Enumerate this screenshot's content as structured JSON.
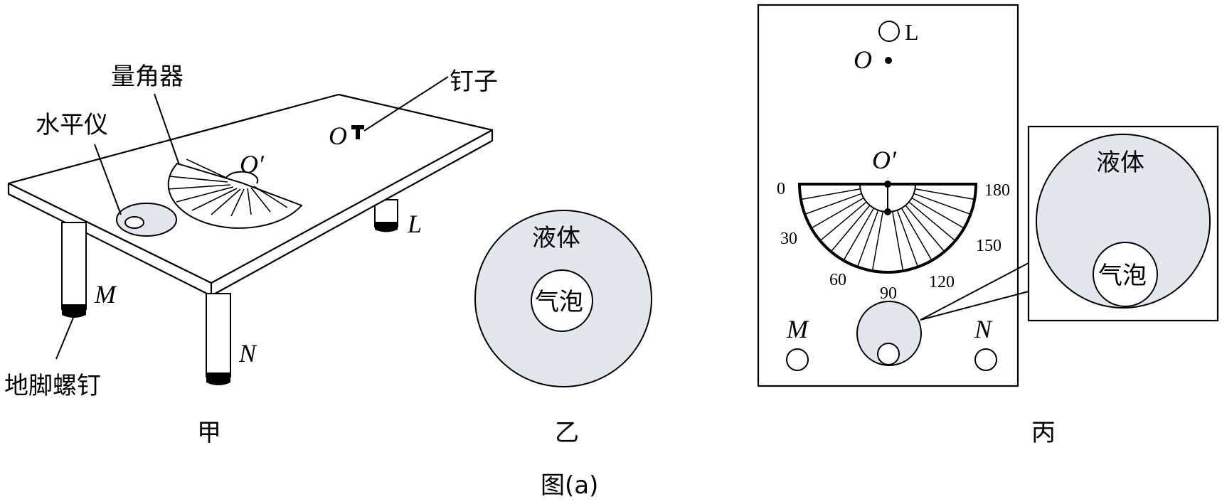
{
  "jia": {
    "label_protractor": "量角器",
    "label_nail": "钉子",
    "label_level": "水平仪",
    "label_foot_screw": "地脚螺钉",
    "point_O": "O",
    "point_O_prime": "O′",
    "leg_L": "L",
    "leg_M": "M",
    "leg_N": "N",
    "caption": "甲"
  },
  "yi": {
    "liquid": "液体",
    "bubble": "气泡",
    "caption": "乙"
  },
  "bing": {
    "hole_L": "L",
    "point_O": "O",
    "point_O_prime": "O′",
    "scale": [
      "0",
      "30",
      "60",
      "90",
      "120",
      "150",
      "180"
    ],
    "hole_M": "M",
    "hole_N": "N",
    "liquid": "液体",
    "bubble": "气泡",
    "caption": "丙"
  },
  "figure_caption": "图(a)",
  "colors": {
    "liquid_fill": "#e3e6ed",
    "line": "#000000"
  }
}
